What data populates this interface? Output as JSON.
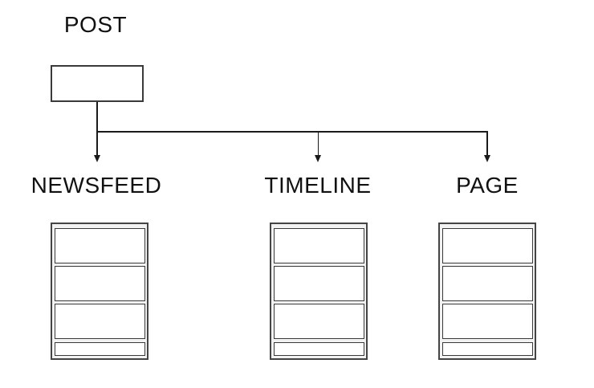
{
  "diagram": {
    "root": {
      "label": "POST"
    },
    "branches": [
      {
        "label": "NEWSFEED"
      },
      {
        "label": "TIMELINE"
      },
      {
        "label": "PAGE"
      }
    ],
    "shelf_rows_per_branch": 4,
    "colors": {
      "ink": "#1a1a1a",
      "box_border": "#3a3a3a",
      "shelf_gap_fill": "#f2f2f3",
      "background": "#ffffff"
    }
  }
}
